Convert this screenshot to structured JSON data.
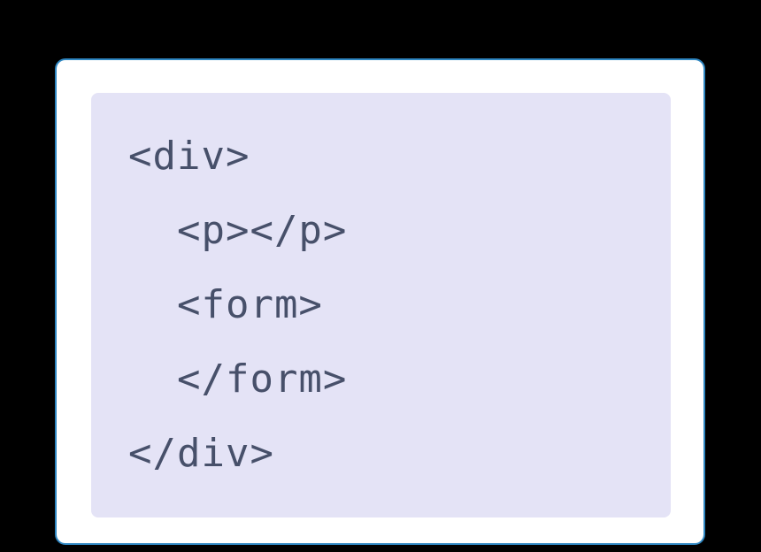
{
  "theme": {
    "page_bg": "#000000",
    "card_bg": "#ffffff",
    "card_border": "#2e86c1",
    "code_bg": "#e4e3f6",
    "code_text": "#47506a"
  },
  "code": {
    "language": "html",
    "lines": [
      "<div>",
      "  <p></p>",
      "  <form>",
      "  </form>",
      "</div>"
    ]
  }
}
